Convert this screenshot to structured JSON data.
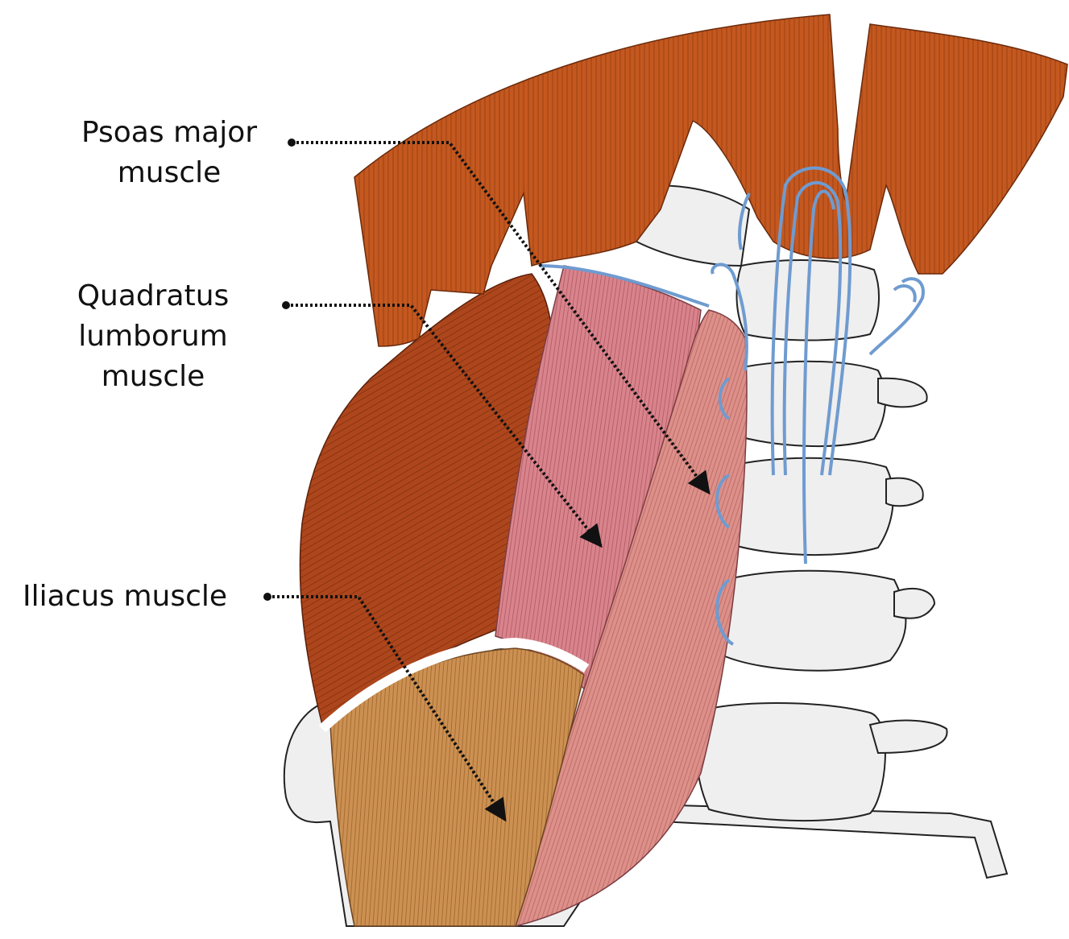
{
  "labels": {
    "psoas": {
      "line1": "Psoas major",
      "line2": "muscle"
    },
    "quadratus": {
      "line1": "Quadratus",
      "line2": "lumborum",
      "line3": "muscle"
    },
    "iliacus": {
      "line1": "Iliacus muscle"
    }
  },
  "colors": {
    "diaphragm": "#c4581f",
    "diaphragm_line": "#8e3a12",
    "transversus": "#a9441c",
    "quadratus": "#d9848c",
    "psoas": "#d9898a",
    "iliacus": "#c98d4f",
    "bone": "#efefef",
    "ligament": "#6f9bd0",
    "leader": "#111111"
  }
}
